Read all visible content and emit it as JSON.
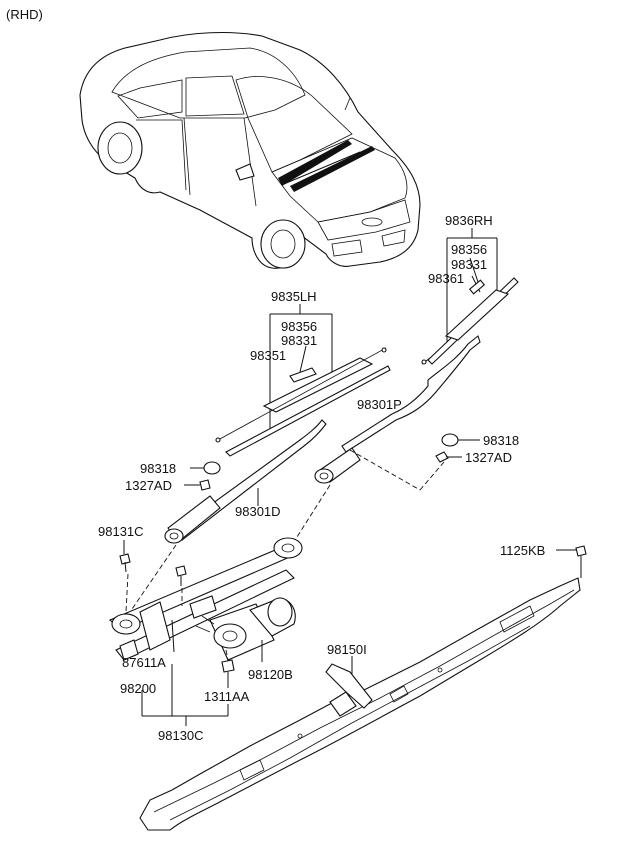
{
  "variant_note": "(RHD)",
  "labels": {
    "p9836RH": "9836RH",
    "p98356_rh": "98356",
    "p98331_rh": "98331",
    "p98361": "98361",
    "p9835LH": "9835LH",
    "p98356_lh": "98356",
    "p98331_lh": "98331",
    "p98351": "98351",
    "p98301P": "98301P",
    "p98318_r": "98318",
    "p1327AD_r": "1327AD",
    "p98318_l": "98318",
    "p1327AD_l": "1327AD",
    "p98301D": "98301D",
    "p98131C": "98131C",
    "p1125KB": "1125KB",
    "p98150I": "98150I",
    "p87611A": "87611A",
    "p98120B": "98120B",
    "p98200": "98200",
    "p1311AA": "1311AA",
    "p98130C": "98130C"
  }
}
